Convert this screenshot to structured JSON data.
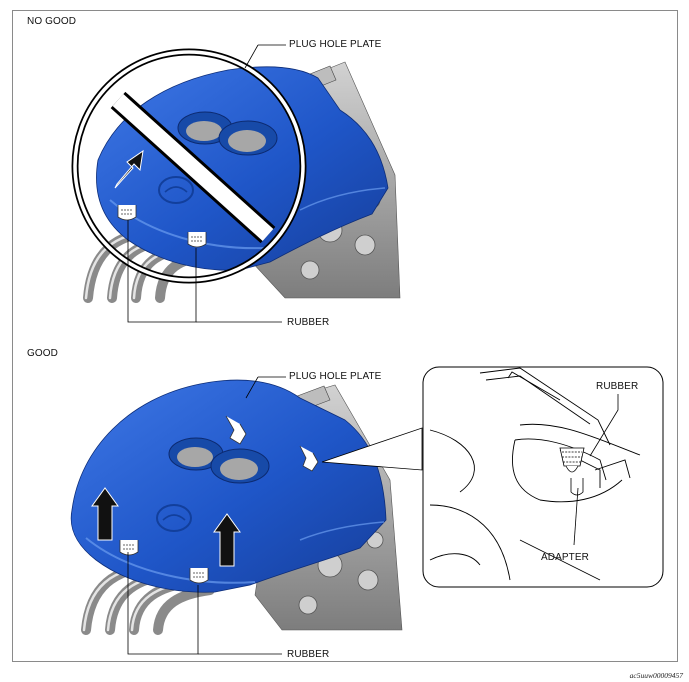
{
  "sections": {
    "no_good": {
      "heading": "NO GOOD",
      "callouts": {
        "plate": "PLUG HOLE PLATE",
        "rubber": "RUBBER"
      }
    },
    "good": {
      "heading": "GOOD",
      "callouts": {
        "plate": "PLUG HOLE PLATE",
        "rubber": "RUBBER"
      },
      "detail": {
        "rubber": "RUBBER",
        "adapter": "ADAPTER"
      }
    }
  },
  "figure_id": "ac5uuw00009457",
  "colors": {
    "cover_blue": "#1f56c8",
    "cover_dark": "#163e9a",
    "cover_light": "#6b9cf0",
    "engine_gray": "#9c9c9c"
  }
}
